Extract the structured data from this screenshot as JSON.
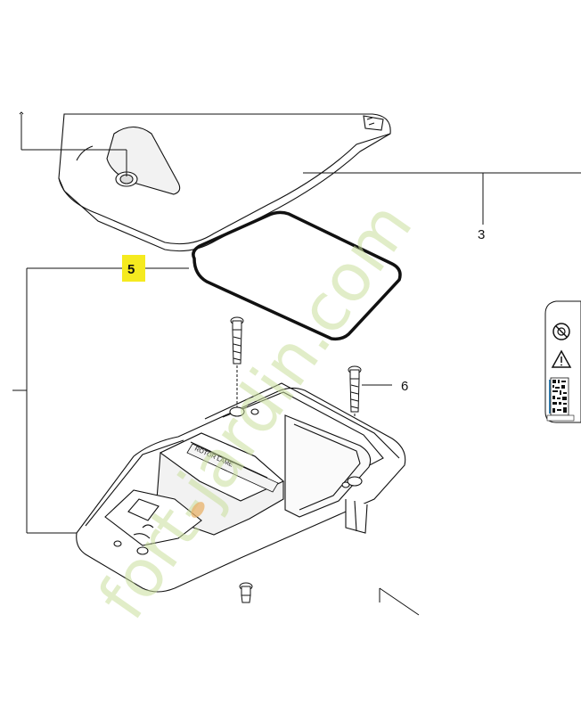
{
  "callouts": {
    "part_3": "3",
    "part_5": "5",
    "part_6": "6"
  },
  "label_strip": {
    "text": "ROTOR LAME"
  },
  "watermark": {
    "text": "fort-jardin.com",
    "accent_color": "#e8b26a",
    "main_color": "#c9df9a",
    "com_color": "#c8c0b4"
  },
  "colors": {
    "highlight": "#f5ea1f",
    "line": "#111111",
    "part_fill": "#ffffff",
    "part_shade": "#d9d9d9"
  },
  "icons": [
    "no-entry-icon",
    "warning-icon",
    "qr-code-icon"
  ]
}
